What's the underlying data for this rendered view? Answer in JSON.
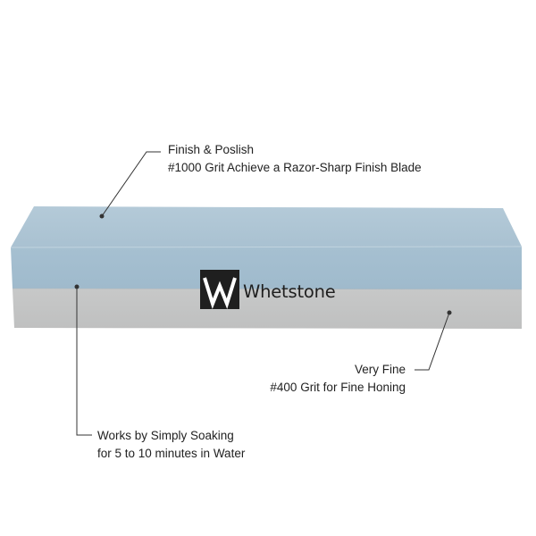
{
  "product": {
    "brand_name": "Whetstone",
    "logo_icon": "w-letter-logo-icon",
    "colors": {
      "fine_grit_layer": "#a7c2d2",
      "coarse_grit_layer": "#c4c5c5",
      "logo": "#1f1f1f",
      "leader_line": "#333333"
    }
  },
  "callouts": {
    "top": {
      "line1": "Finish & Poslish",
      "line2": "#1000 Grit Achieve a Razor-Sharp Finish Blade"
    },
    "right": {
      "line1": "Very Fine",
      "line2": "#400 Grit for Fine Honing"
    },
    "left": {
      "line1": "Works by Simply Soaking",
      "line2": "for 5 to 10 minutes in Water"
    }
  }
}
